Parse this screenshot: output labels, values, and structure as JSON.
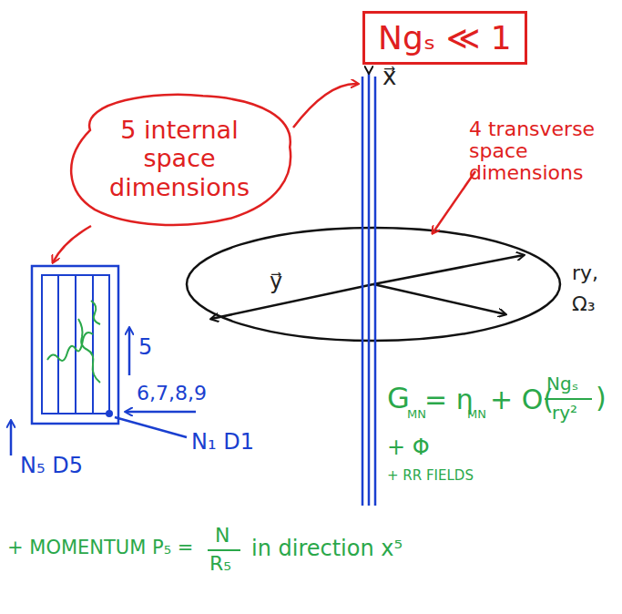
{
  "diagram": {
    "nodes": [
      {
        "text": [
          "Ngₛ ≪ 1"
        ]
      },
      {
        "text": [
          "5 internal space dimensions"
        ]
      }
    ],
    "labels": [
      "x⃗",
      "4 transverse space dimensions",
      "y⃗",
      "ry,",
      "Ω₃",
      "5",
      "G",
      "MN",
      "= η",
      "MN",
      "+ O(",
      "Ngₛ",
      "ry²",
      ")",
      "6,7,8,9",
      "N₁ D1",
      "N₅ D5",
      "+ Φ",
      "+ RR FIELDS",
      "+ MOMENTUM P₅ =",
      "N",
      "R₅",
      "in direction x⁵"
    ]
  }
}
